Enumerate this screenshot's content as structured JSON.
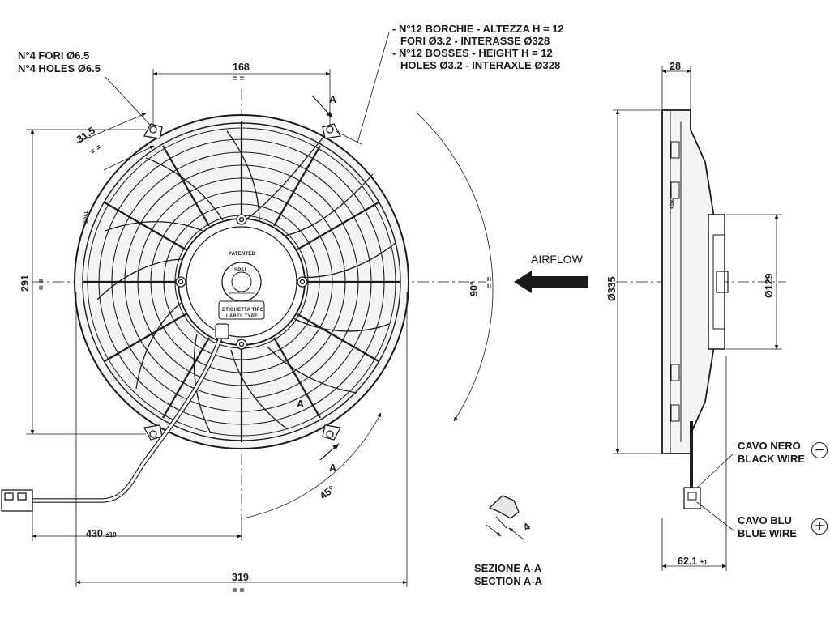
{
  "labels": {
    "holes_it": "N°4 FORI Ø6.5",
    "holes_en": "N°4 HOLES Ø6.5",
    "bosses_it_1": "- N°12 BORCHIE - ALTEZZA H = 12",
    "bosses_it_2": "FORI Ø3.2 - INTERASSE Ø328",
    "bosses_en_1": "- N°12 BOSSES - HEIGHT H = 12",
    "bosses_en_2": "HOLES Ø3.2 - INTERAXLE Ø328",
    "airflow": "AIRFLOW",
    "black_wire_it": "CAVO NERO",
    "black_wire_en": "BLACK WIRE",
    "blue_wire_it": "CAVO BLU",
    "blue_wire_en": "BLUE WIRE",
    "section_it": "SEZIONE A-A",
    "section_en": "SECTION A-A",
    "patented": "PATENTED",
    "label_type_it": "ETICHETTA TIPO",
    "label_type_en": "LABEL TYPE",
    "brand": "SPAL",
    "minus": "−",
    "plus": "+"
  },
  "dimensions": {
    "top_width": "168",
    "bottom_width": "319",
    "height": "291",
    "depth": "28",
    "diameter_fan": "Ø335",
    "diameter_motor": "Ø129",
    "offset": "31.5",
    "section_thickness": "4",
    "cable_length": "430",
    "cable_tolerance": "±10",
    "side_depth": "62.1",
    "side_tolerance": "±1",
    "angle_90": "90°",
    "angle_45": "45°",
    "section_mark": "A",
    "equal_mark": "= ="
  }
}
